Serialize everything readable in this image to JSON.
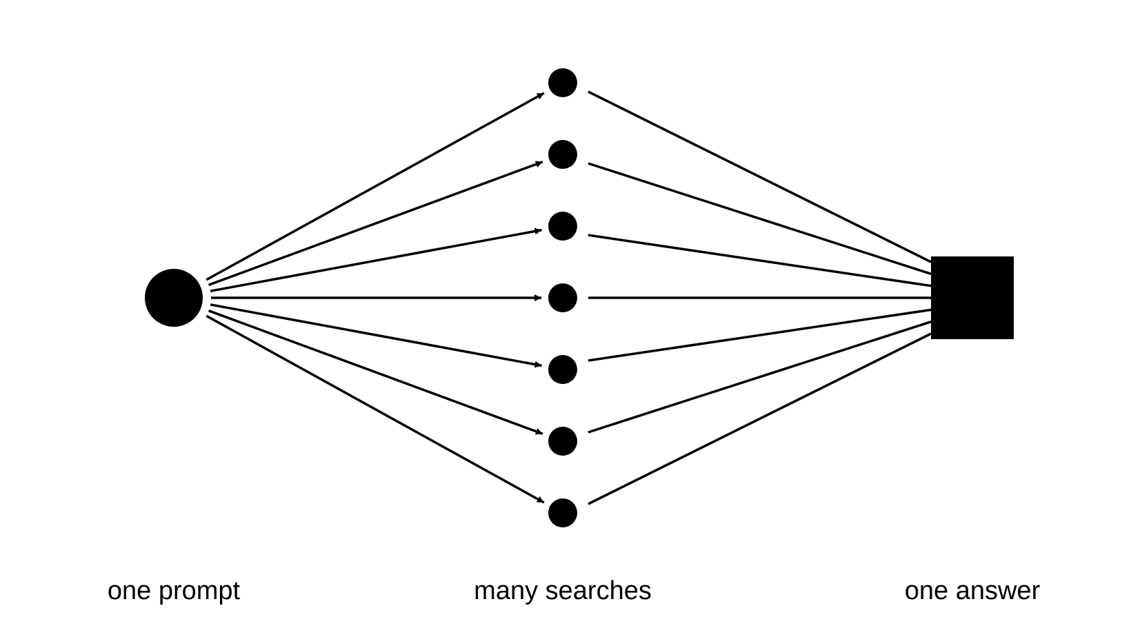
{
  "labels": {
    "source": "one prompt",
    "middle": "many searches",
    "target": "one answer"
  },
  "diagram": {
    "search_node_count": 7,
    "colors": {
      "stroke": "#000000",
      "fill": "#000000",
      "background": "#ffffff"
    }
  }
}
